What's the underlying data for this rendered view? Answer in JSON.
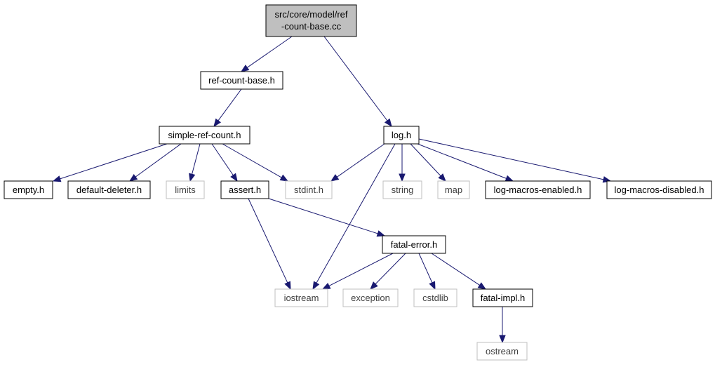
{
  "diagram": {
    "colors": {
      "edge": "#191970",
      "root_fill": "#bfbfbf",
      "solid_border": "#000000",
      "ghost_border": "#bfbfbf",
      "ghost_text": "#404040"
    },
    "nodes": {
      "root": {
        "lines": [
          "src/core/model/ref",
          "-count-base.cc"
        ]
      },
      "ref_count_base_h": {
        "label": "ref-count-base.h"
      },
      "simple_ref_count_h": {
        "label": "simple-ref-count.h"
      },
      "log_h": {
        "label": "log.h"
      },
      "empty_h": {
        "label": "empty.h"
      },
      "default_deleter_h": {
        "label": "default-deleter.h"
      },
      "limits": {
        "label": "limits"
      },
      "assert_h": {
        "label": "assert.h"
      },
      "stdint_h": {
        "label": "stdint.h"
      },
      "string": {
        "label": "string"
      },
      "map": {
        "label": "map"
      },
      "log_macros_enabled_h": {
        "label": "log-macros-enabled.h"
      },
      "log_macros_disabled_h": {
        "label": "log-macros-disabled.h"
      },
      "fatal_error_h": {
        "label": "fatal-error.h"
      },
      "iostream": {
        "label": "iostream"
      },
      "exception": {
        "label": "exception"
      },
      "cstdlib": {
        "label": "cstdlib"
      },
      "fatal_impl_h": {
        "label": "fatal-impl.h"
      },
      "ostream": {
        "label": "ostream"
      }
    },
    "edges": [
      [
        "root",
        "ref_count_base_h"
      ],
      [
        "root",
        "log_h"
      ],
      [
        "ref_count_base_h",
        "simple_ref_count_h"
      ],
      [
        "simple_ref_count_h",
        "empty_h"
      ],
      [
        "simple_ref_count_h",
        "default_deleter_h"
      ],
      [
        "simple_ref_count_h",
        "limits"
      ],
      [
        "simple_ref_count_h",
        "assert_h"
      ],
      [
        "simple_ref_count_h",
        "stdint_h"
      ],
      [
        "log_h",
        "stdint_h"
      ],
      [
        "log_h",
        "iostream"
      ],
      [
        "log_h",
        "string"
      ],
      [
        "log_h",
        "map"
      ],
      [
        "log_h",
        "log_macros_enabled_h"
      ],
      [
        "log_h",
        "log_macros_disabled_h"
      ],
      [
        "assert_h",
        "iostream"
      ],
      [
        "assert_h",
        "fatal_error_h"
      ],
      [
        "fatal_error_h",
        "iostream"
      ],
      [
        "fatal_error_h",
        "exception"
      ],
      [
        "fatal_error_h",
        "cstdlib"
      ],
      [
        "fatal_error_h",
        "fatal_impl_h"
      ],
      [
        "fatal_impl_h",
        "ostream"
      ]
    ]
  }
}
